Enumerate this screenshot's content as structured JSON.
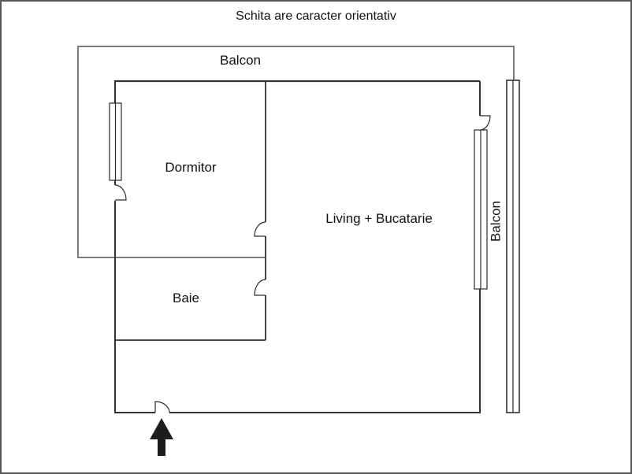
{
  "title": "Schita are caracter orientativ",
  "rooms": {
    "balcony_top": "Balcon",
    "dormitor": "Dormitor",
    "living": "Living + Bucatarie",
    "baie": "Baie",
    "balcony_right": "Balcon"
  },
  "icons": {
    "entrance_arrow": "arrow-up"
  },
  "colors": {
    "background": "#ffffff",
    "page_border": "#58585a",
    "balcony_line": "#7a7a7a",
    "wall": "#333333",
    "thin_line": "#2a2a2a",
    "arrow": "#1d1d1b",
    "text": "#111111"
  }
}
